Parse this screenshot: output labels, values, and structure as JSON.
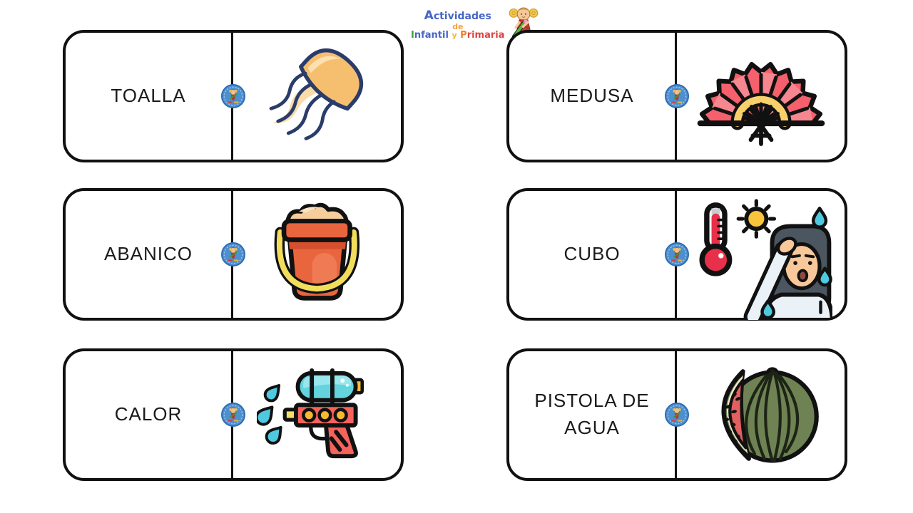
{
  "header": {
    "logo": {
      "line1": "Actividades",
      "line2": "de",
      "line3": {
        "word1_initial": "I",
        "word1_rest": "nfantil",
        "conjunction": "y",
        "word2_initial": "P",
        "word2_rest": "rimaria"
      },
      "mascot": "girl-with-green-pencil",
      "colors": {
        "actividades": "#4565c8",
        "de": "#f5a041",
        "infantil_initial": "#3aa23a",
        "infantil_rest": "#4565c8",
        "conjunction": "#f0b83c",
        "primaria_initial": "#f08030",
        "primaria_rest": "#e04343"
      }
    }
  },
  "cards": [
    {
      "word": "TOALLA",
      "image": "jellyfish"
    },
    {
      "word": "ABANICO",
      "image": "sand-bucket"
    },
    {
      "word": "CALOR",
      "image": "water-gun"
    },
    {
      "word": "MEDUSA",
      "image": "hand-fan"
    },
    {
      "word": "CUBO",
      "image": "person-sweating-heat"
    },
    {
      "word": "PISTOLA DE AGUA",
      "image": "watermelon"
    }
  ],
  "badge": {
    "name": "mini-logo-badge",
    "fill": "#4e8fd0",
    "ring": "#2e6db4"
  },
  "palette": {
    "card_border": "#111111",
    "card_background": "#ffffff",
    "page_background": "#ffffff",
    "word_color": "#1a1a1a",
    "jellyfish_body": "#f6bf70",
    "jellyfish_outline": "#2b3c6a",
    "bucket_orange": "#e8653d",
    "bucket_handle_yellow": "#f2de5c",
    "sand": "#f6ce9c",
    "gun_red": "#f4635c",
    "gun_tank_cyan": "#63d4de",
    "gun_dot_yellow": "#f5b930",
    "fan_red": "#f4606c",
    "fan_arc_yellow": "#f8d06b",
    "heat_hair": "#4c5660",
    "heat_skin": "#f8c89a",
    "heat_thermo_red": "#e8304a",
    "sun_yellow": "#f8c43c",
    "drop_cyan": "#4ec9e0",
    "melon_green": "#6e8253",
    "melon_flesh_red": "#e26060",
    "melon_rind_cream": "#f5e6c8"
  }
}
